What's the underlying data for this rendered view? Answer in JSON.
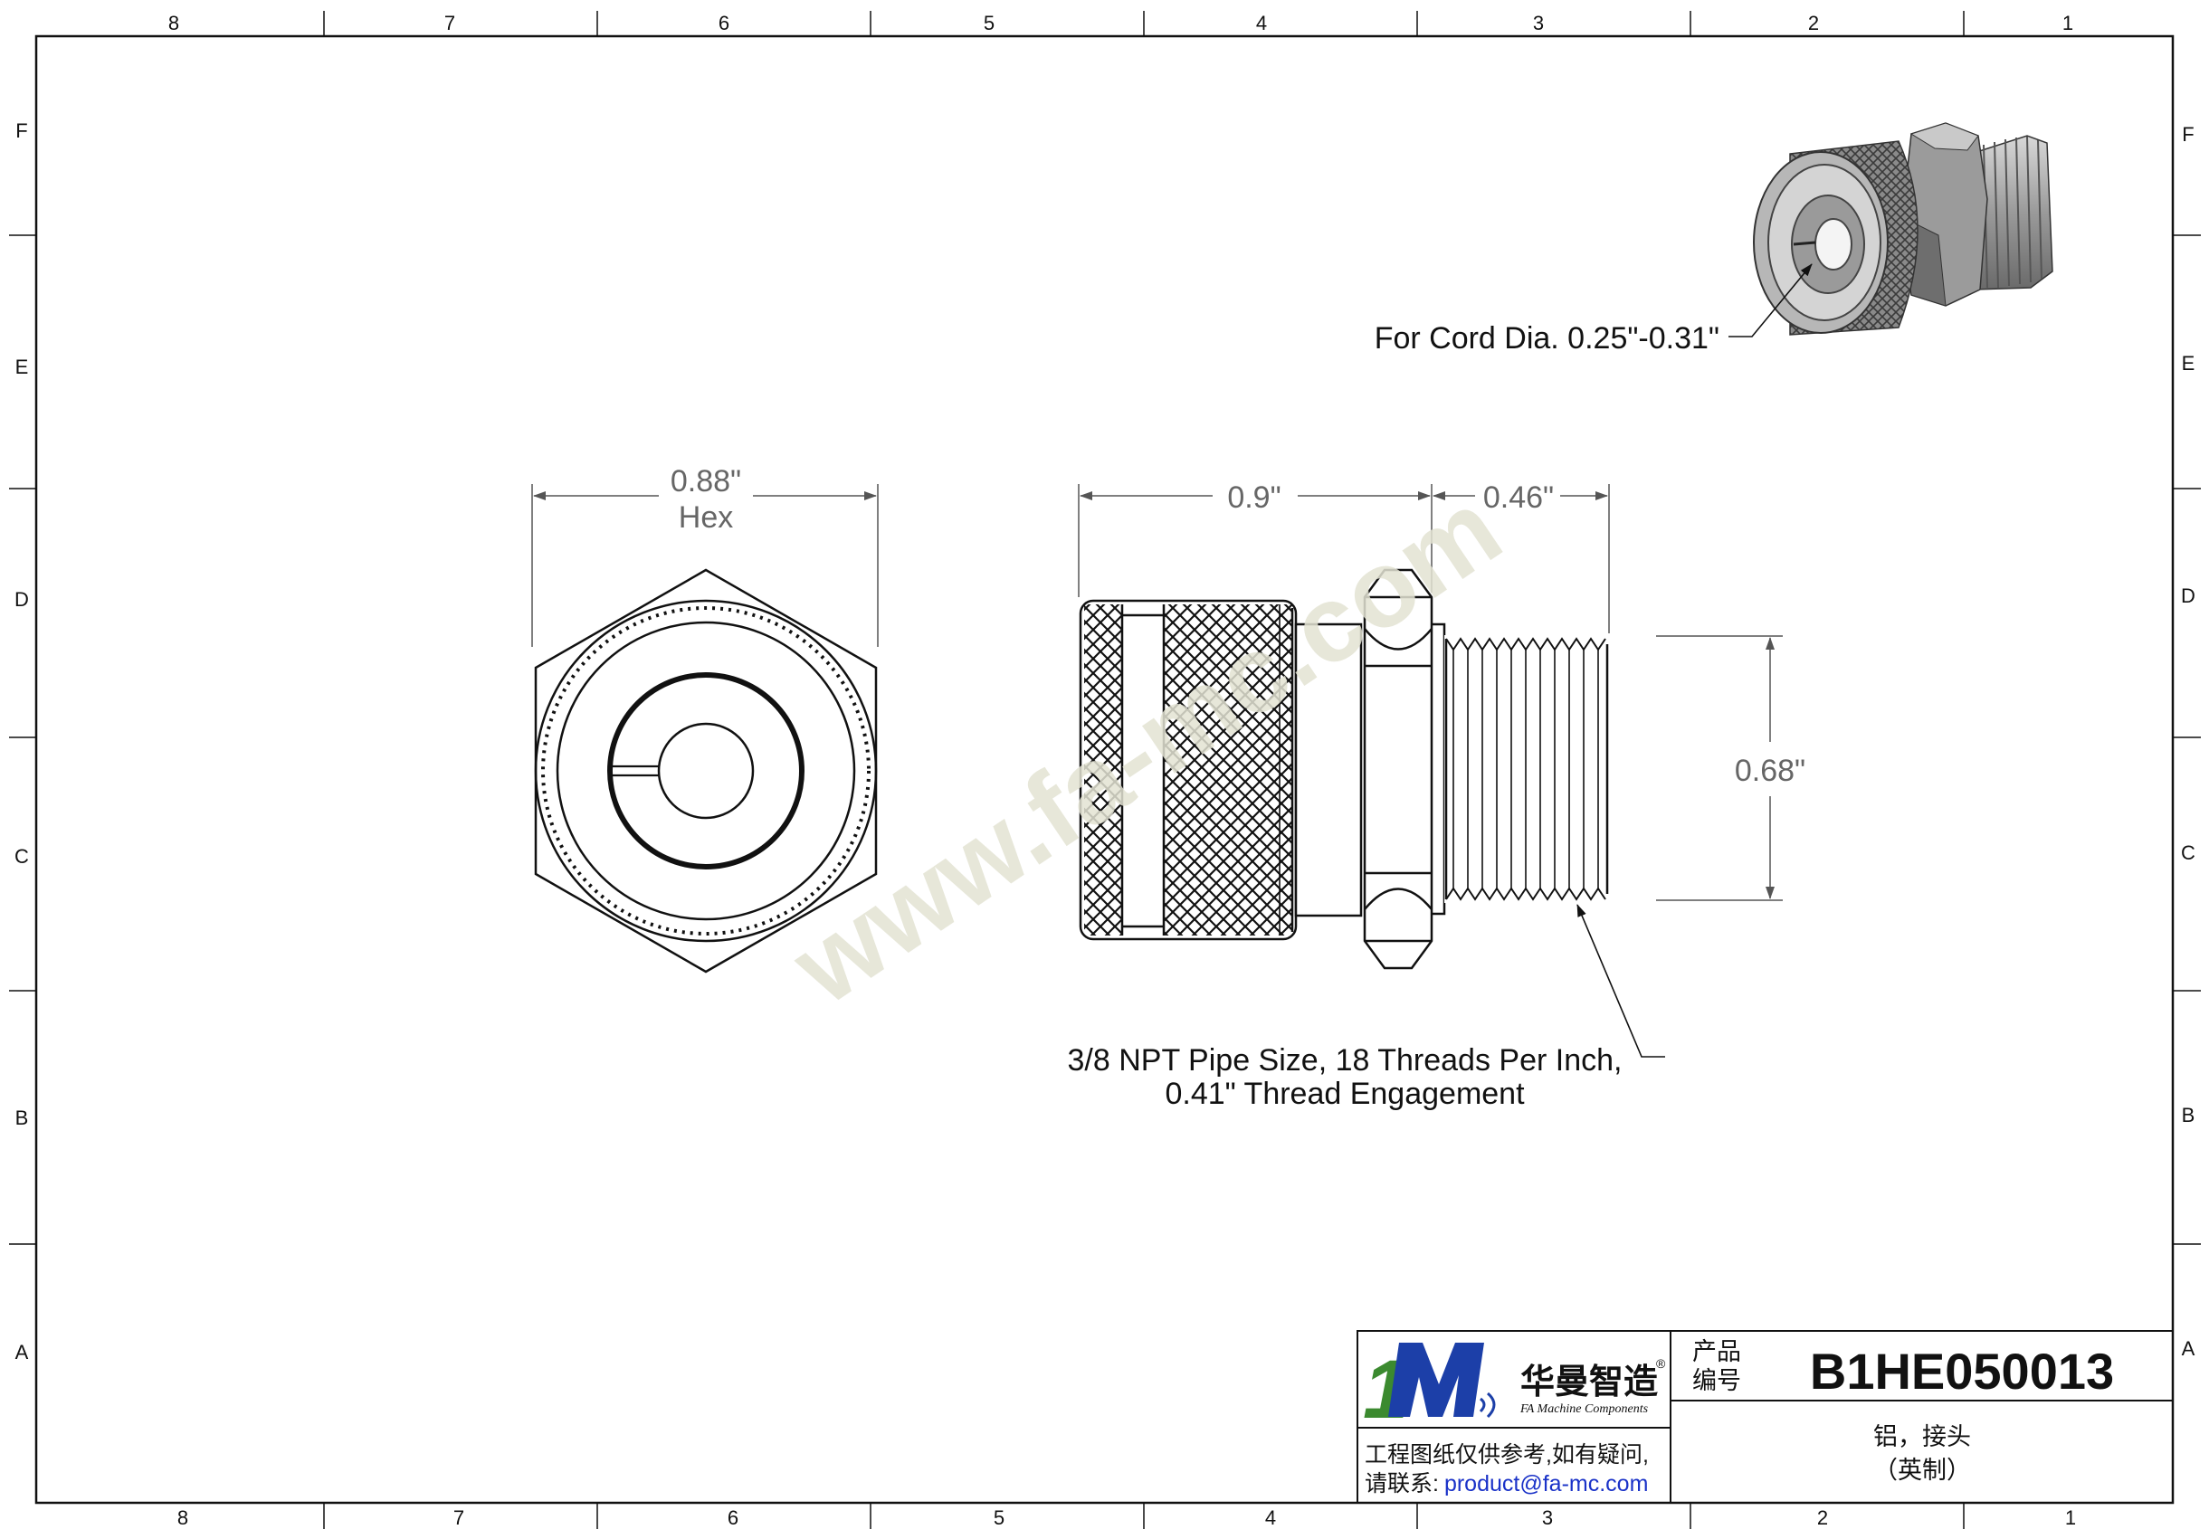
{
  "border": {
    "top_columns": [
      "8",
      "7",
      "6",
      "5",
      "4",
      "3",
      "2",
      "1"
    ],
    "bottom_columns": [
      "8",
      "7",
      "6",
      "5",
      "4",
      "3",
      "2",
      "1"
    ],
    "left_rows": [
      "F",
      "E",
      "D",
      "C",
      "B",
      "A"
    ],
    "right_rows": [
      "F",
      "E",
      "D",
      "C",
      "B",
      "A"
    ]
  },
  "watermark": "www.fa-mc.com",
  "dimensions": {
    "hex_width": "0.88\"",
    "hex_label": "Hex",
    "body_length": "0.9\"",
    "thread_length": "0.46\"",
    "thread_diameter": "0.68\""
  },
  "notes": {
    "cord": "For Cord Dia.  0.25\"-0.31\"",
    "thread_line1": "3/8 NPT Pipe Size, 18 Threads Per Inch,",
    "thread_line2": "0.41\" Thread Engagement"
  },
  "title_block": {
    "logo_text": "1M",
    "company_cn": "华曼智造",
    "registered": "®",
    "company_en": "FA Machine Components",
    "disclaimer_line1": "工程图纸仅供参考,如有疑问,",
    "contact_label": "请联系:",
    "email": "product@fa-mc.com",
    "product_no_label_1": "产品",
    "product_no_label_2": "编号",
    "product_number": "B1HE050013",
    "description_line1": "铝，接头",
    "description_line2": "（英制）"
  },
  "colors": {
    "line": "#1a1a1a",
    "dimension": "#555555",
    "watermark": "#e6e6d8",
    "logo_green": "#3b8a2f",
    "logo_blue": "#1c3fa8",
    "email": "#1a32c8"
  }
}
